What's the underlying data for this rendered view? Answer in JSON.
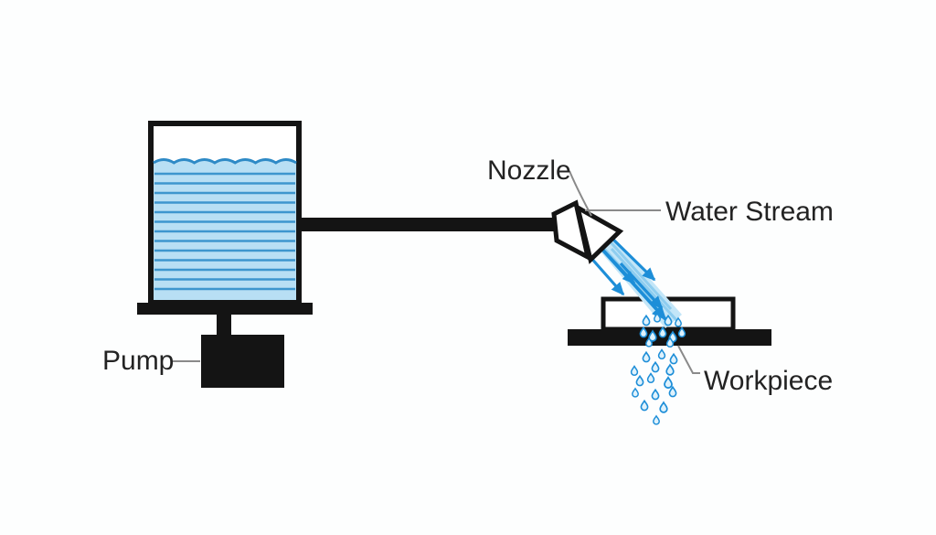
{
  "diagram": {
    "labels": {
      "nozzle": "Nozzle",
      "water_stream": "Water Stream",
      "pump": "Pump",
      "workpiece": "Workpiece"
    },
    "colors": {
      "background": "#fdfefe",
      "ink": "#141414",
      "text": "#232323",
      "leader": "#8a8a8a",
      "water_fill": "#b8dff4",
      "water_stripe": "#3d96ce",
      "wave_line": "#2e8ac6",
      "stream_band": "#c3e6f8",
      "stream_light": "#8ecdef",
      "stream_arrow": "#1d8ed8",
      "droplet_fill": "#dff2fc",
      "droplet_stroke": "#1d8ed8"
    }
  }
}
